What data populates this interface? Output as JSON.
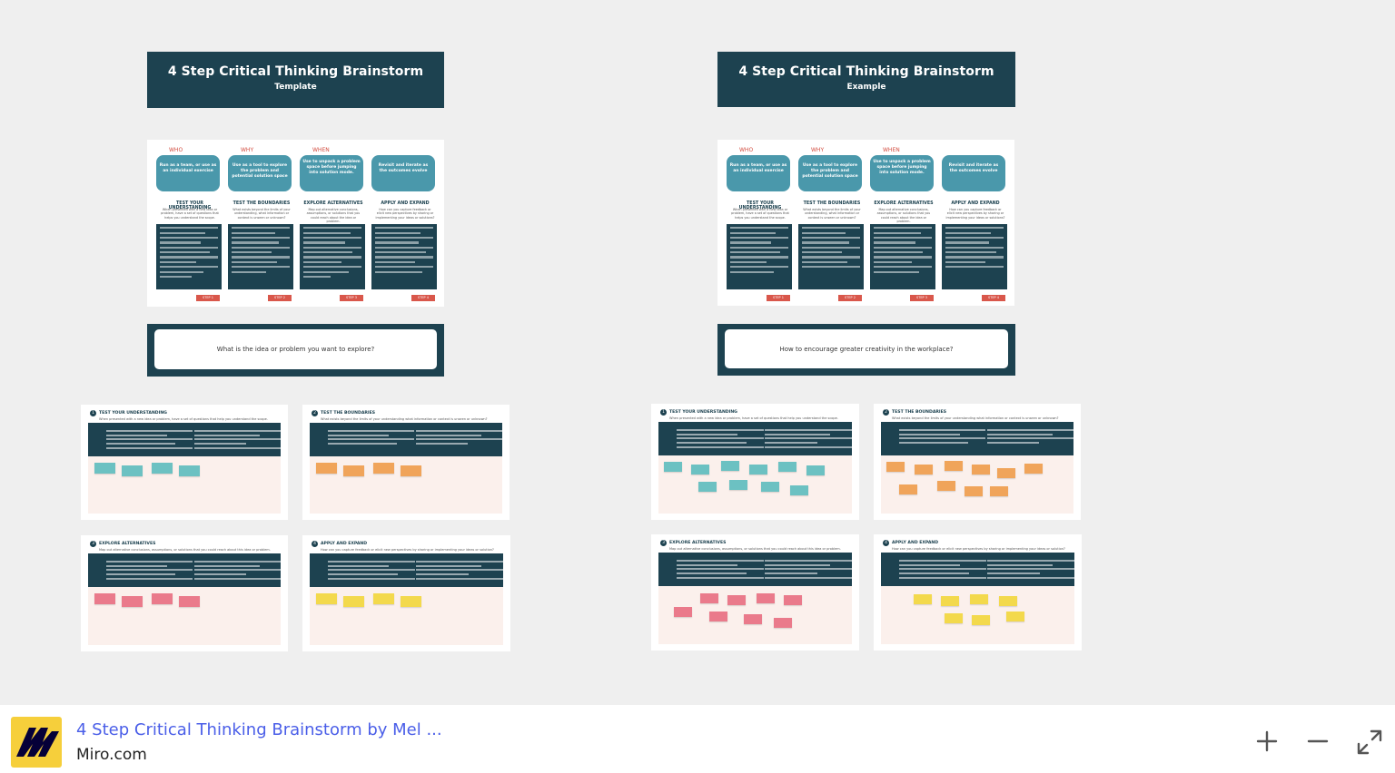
{
  "boards": {
    "template": {
      "title": "4 Step Critical Thinking Brainstorm",
      "subtitle": "Template",
      "question": "What is the idea or problem you want to explore?"
    },
    "example": {
      "title": "4 Step Critical Thinking Brainstorm",
      "subtitle": "Example",
      "question": "How to encourage greater creativity in the workplace?"
    }
  },
  "overview": {
    "labels": [
      "WHO",
      "WHY",
      "WHEN"
    ],
    "bubbles": [
      "Run as a team, or use as an individual exercise",
      "Use as a tool to explore the problem and potential solution space",
      "Use to unpack a problem space before jumping into solution mode.",
      "Revisit and iterate as the outcomes evolve"
    ],
    "columns": [
      {
        "title": "TEST YOUR UNDERSTANDING",
        "desc": "When presented with a new idea or problem, have a set of questions that helps you understand the scope.",
        "step": "STEP 1"
      },
      {
        "title": "TEST THE BOUNDARIES",
        "desc": "What exists beyond the limits of your understanding, what information or context is unseen or unknown?",
        "step": "STEP 2"
      },
      {
        "title": "EXPLORE ALTERNATIVES",
        "desc": "Map out alternative conclusions, assumptions, or solutions that you could reach about the idea or problem.",
        "step": "STEP 3"
      },
      {
        "title": "APPLY AND EXPAND",
        "desc": "How can you capture feedback or elicit new perspectives by sharing or implementing your ideas or solutions?",
        "step": "STEP 4"
      }
    ]
  },
  "frames": [
    {
      "num": "1",
      "title": "TEST YOUR UNDERSTANDING",
      "sub": "When presented with a new idea or problem, have a set of questions that help you understand the scope."
    },
    {
      "num": "2",
      "title": "TEST THE BOUNDARIES",
      "sub": "What exists beyond the limits of your understanding what information or context is unseen or unknown?"
    },
    {
      "num": "3",
      "title": "EXPLORE ALTERNATIVES",
      "sub": "Map out alternative conclusions, assumptions, or solutions that you could reach about this idea or problem."
    },
    {
      "num": "4",
      "title": "APPLY AND EXPAND",
      "sub": "How can you capture feedback or elicit new perspectives by sharing or implementing your ideas or solution?"
    }
  ],
  "colors": {
    "header": "#1d4250",
    "bubble": "#4a98ab",
    "step": "#d9574b",
    "teal": "#6cc1c2",
    "orange": "#f0a45a",
    "pink": "#ea7a8b",
    "yellow": "#f3d94c",
    "link": "#4a5ee8",
    "logo": "#f6cf3b"
  },
  "embed": {
    "title": "4 Step Critical Thinking Brainstorm by Mel ...",
    "domain": "Miro.com",
    "logo_icon": "miro-logo-icon",
    "zoom_in_icon": "plus-icon",
    "zoom_out_icon": "minus-icon",
    "fullscreen_icon": "expand-icon"
  }
}
